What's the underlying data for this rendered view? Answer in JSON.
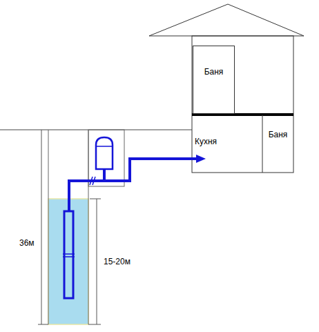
{
  "diagram": {
    "nodes": [
      {
        "text": [
          "Баня"
        ]
      },
      {
        "text": [
          "Кухня"
        ]
      },
      {
        "text": [
          "Баня"
        ]
      }
    ],
    "labels": [
      "36м",
      "15-20м"
    ]
  }
}
